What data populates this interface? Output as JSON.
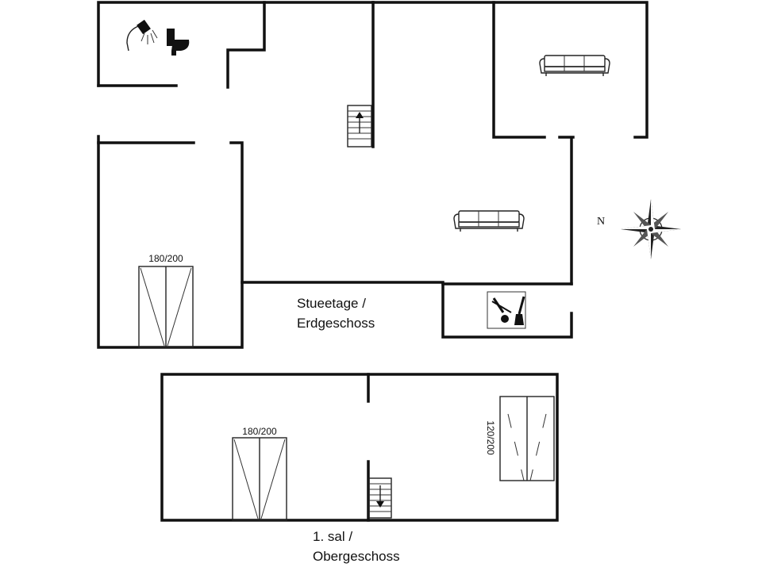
{
  "ground_floor": {
    "label_line1": "Stueetage /",
    "label_line2": "Erdgeschoss",
    "bed_size": "180/200"
  },
  "upper_floor": {
    "label_line1": "1. sal /",
    "label_line2": "Obergeschoss",
    "bed_size_double": "180/200",
    "bed_size_single": "120/200"
  },
  "compass": {
    "north_label": "N"
  },
  "icons": [
    "shower-icon",
    "toilet-icon",
    "sofa-icon",
    "stairs-up-icon",
    "stairs-down-icon",
    "vacuum-icon",
    "compass-rose-icon"
  ]
}
